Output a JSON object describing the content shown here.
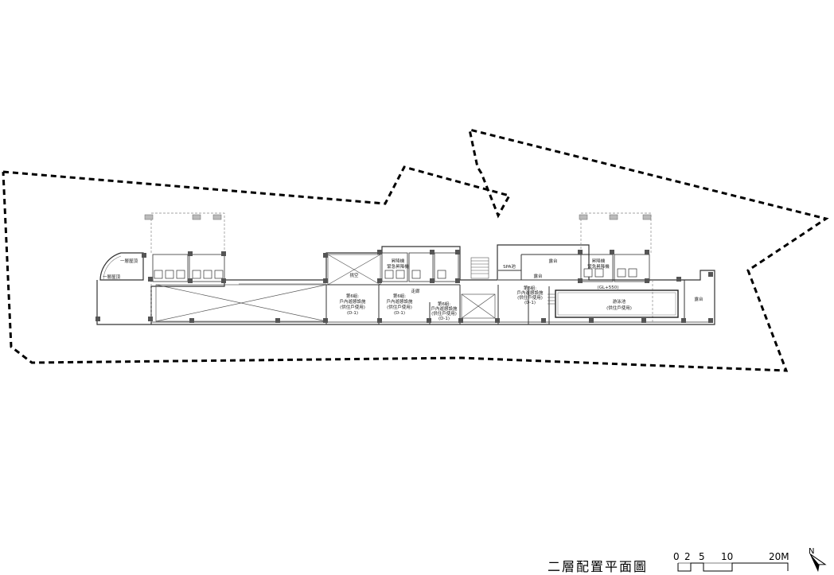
{
  "drawing_title": "二層配置平面圖",
  "scale_bar": {
    "labels": [
      "0",
      "2",
      "5",
      "10",
      "20M"
    ]
  },
  "north_arrow": {
    "label": "N"
  },
  "room_labels": {
    "roof_left": "一層屋頂",
    "roof_left2": "一層屋頂",
    "void": "挑空",
    "terrace_mid": "露台",
    "terrace_mid2": "露台",
    "spa": "SPA池",
    "elev_level": "(GL+550)",
    "terrace_right": "露台",
    "pool": "游泳池",
    "pool_sub": "(供住戶使用)",
    "corridor": "走廊",
    "d1_line1": "第6組:",
    "d1_line2": "戶內遊憩設施",
    "d1_line3": "(供住戶使用)",
    "d1_line4": "(D-1)",
    "d2_line1": "第6組:",
    "d2_line2": "戶內遊憩設施",
    "d2_line3": "(供住戶使用)",
    "d2_line4": "(D-1)",
    "d3_line1": "第6組:",
    "d3_line2": "戶內遊憩設施",
    "d3_line3": "(供住戶使用)",
    "d3_line4": "(D-1)",
    "d4_line1": "第6組:",
    "d4_line2": "戶內遊憩設施",
    "d4_line3": "(供住戶使用)",
    "d4_line4": "(D-1)",
    "lift_a1": "昇降機",
    "lift_a2": "緊急昇降機",
    "lift_b1": "昇降機",
    "lift_b2": "緊急昇降機"
  }
}
